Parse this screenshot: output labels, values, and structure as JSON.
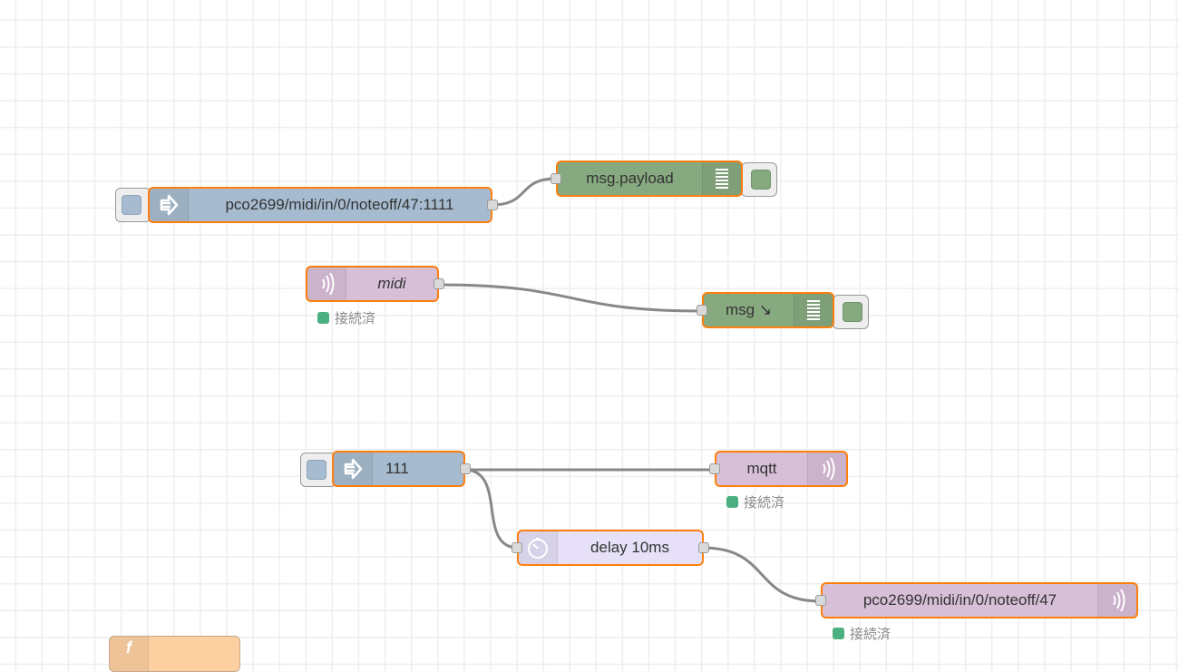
{
  "colors": {
    "selected_border": "#ff7f0e",
    "inject": "#a6bbcf",
    "debug": "#87a980",
    "mqtt": "#d8bfd8",
    "delay": "#e6e0f8",
    "function": "#fdd0a2",
    "status_connected": "#4caf80",
    "wire": "#888888"
  },
  "nodes": {
    "inject_noteoff": {
      "type": "inject",
      "icon": "arrow-right-icon",
      "label": "pco2699/midi/in/0/noteoff/47:1111"
    },
    "debug_payload": {
      "type": "debug",
      "icon": "list-icon",
      "label": "msg.payload"
    },
    "mqtt_in_midi": {
      "type": "mqtt in",
      "icon": "radio-waves-icon",
      "label": "midi",
      "status": "接続済"
    },
    "debug_msg": {
      "type": "debug",
      "icon": "list-icon",
      "label": "msg ↘"
    },
    "inject_111": {
      "type": "inject",
      "icon": "arrow-right-icon",
      "label": "111"
    },
    "mqtt_out": {
      "type": "mqtt out",
      "icon": "radio-waves-icon",
      "label": "mqtt",
      "status": "接続済"
    },
    "delay": {
      "type": "delay",
      "icon": "timer-icon",
      "label": "delay 10ms"
    },
    "mqtt_out_noteoff": {
      "type": "mqtt out",
      "icon": "radio-waves-icon",
      "label": "pco2699/midi/in/0/noteoff/47",
      "status": "接続済"
    },
    "function_partial": {
      "type": "function",
      "icon": "function-icon",
      "label": ""
    }
  },
  "wires": [
    {
      "from": "inject_noteoff",
      "to": "debug_payload"
    },
    {
      "from": "mqtt_in_midi",
      "to": "debug_msg"
    },
    {
      "from": "inject_111",
      "to": "mqtt_out"
    },
    {
      "from": "inject_111",
      "to": "delay"
    },
    {
      "from": "delay",
      "to": "mqtt_out_noteoff"
    }
  ]
}
